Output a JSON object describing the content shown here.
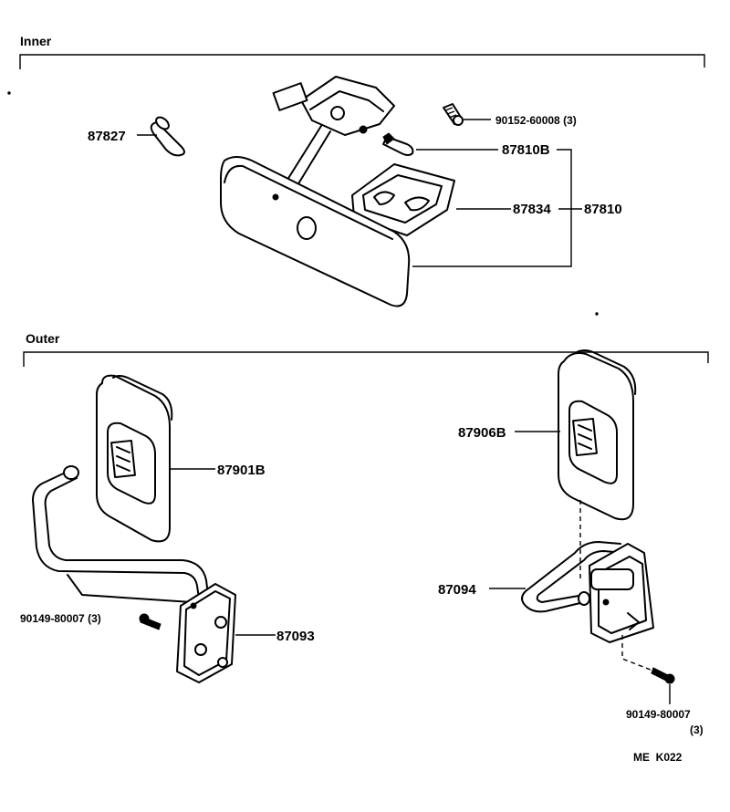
{
  "sections": {
    "inner": "Inner",
    "outer": "Outer"
  },
  "labels": {
    "p87827": "87827",
    "p90152": "90152-60008 (3)",
    "p87810B": "87810B",
    "p87834": "87834",
    "p87810": "87810",
    "p87901B": "87901B",
    "p87906B": "87906B",
    "p87094": "87094",
    "p90149_left": "90149-80007 (3)",
    "p87093": "87093",
    "p90149_right": "90149-80007",
    "p90149_right_qty": "(3)"
  },
  "footer": {
    "code": "ME  K022"
  }
}
